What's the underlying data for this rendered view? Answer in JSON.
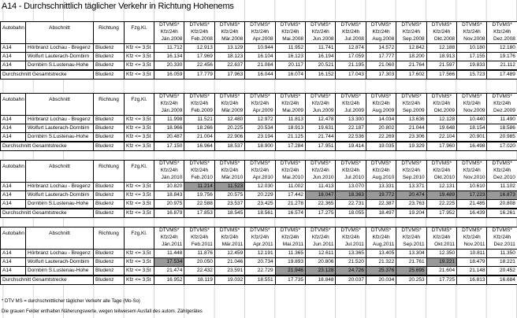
{
  "title": "A14  -  Durchschnittlich täglicher Verkehr in Richtung Hohenems",
  "headers": {
    "autobahn": "Autobahn",
    "abschnitt": "Abschnitt",
    "richtung": "Richtung",
    "fzg": "Fzg.Kl.",
    "dtv_line1": "DTVMS*",
    "dtv_line2": "Kfz/24h"
  },
  "row_labels": [
    {
      "autobahn": "A14",
      "abschnitt": "Hörbranz Lochau - Bregenz",
      "richtung": "Bludenz",
      "fzg": "Kfz <= 3,5t"
    },
    {
      "autobahn": "A14",
      "abschnitt": "Wolfurt Lauterach-Dornbirn",
      "richtung": "Bludenz",
      "fzg": "Kfz <= 3,5t"
    },
    {
      "autobahn": "A14",
      "abschnitt": "Dornbirn S.Lustenau-Hohe",
      "richtung": "Bludenz",
      "fzg": "Kfz <= 3,5t"
    }
  ],
  "average_label": {
    "abschnitt": "Durchschnitt Gesamtstrecke",
    "richtung": "Bludenz",
    "fzg": "Kfz <= 3,5t"
  },
  "gray_color": "#999999",
  "sections": [
    {
      "year": "2008",
      "months": [
        "Jän.2008",
        "Feb.2008",
        "Mär.2008",
        "Apr.2008",
        "Mai.2008",
        "Jun.2008",
        "Jul.2008",
        "Aug.2008",
        "Sep.2008",
        "Okt.2008",
        "Nov.2008",
        "Dez.2008"
      ],
      "rows": [
        [
          "11.712",
          "12.913",
          "13.129",
          "10.944",
          "11.952",
          "11.741",
          "12.874",
          "14.572",
          "12.842",
          "12.188",
          "10.180",
          "12.180"
        ],
        [
          "16.134",
          "17.969",
          "18.123",
          "16.104",
          "16.123",
          "16.194",
          "17.059",
          "17.777",
          "18.200",
          "18.913",
          "17.155",
          "19.176"
        ],
        [
          "20.330",
          "22.456",
          "22.637",
          "21.084",
          "20.117",
          "20.521",
          "21.195",
          "21.060",
          "21.764",
          "21.597",
          "19.833",
          "21.112"
        ]
      ],
      "gray": [
        [],
        [],
        []
      ],
      "average": [
        "16.059",
        "17.779",
        "17.963",
        "16.044",
        "16.074",
        "16.152",
        "17.043",
        "17.303",
        "17.602",
        "17.566",
        "15.723",
        "17.489"
      ]
    },
    {
      "year": "2009",
      "months": [
        "Jän.2009",
        "Feb.2009",
        "Mär.2009",
        "Apr.2009",
        "Mai.2009",
        "Jun.2009",
        "Jul.2009",
        "Aug.2009",
        "Sep.2009",
        "Okt.2009",
        "Nov.2009",
        "Dez.2009"
      ],
      "rows": [
        [
          "11.998",
          "11.521",
          "12.480",
          "12.972",
          "11.813",
          "12.478",
          "13.300",
          "14.034",
          "13.636",
          "12.128",
          "10.440",
          "11.490"
        ],
        [
          "18.966",
          "18.266",
          "20.225",
          "20.534",
          "18.913",
          "19.631",
          "22.187",
          "20.802",
          "21.044",
          "19.648",
          "18.154",
          "18.586"
        ],
        [
          "20.487",
          "21.004",
          "22.906",
          "23.194",
          "21.125",
          "21.744",
          "22.536",
          "22.269",
          "23.306",
          "22.104",
          "20.901",
          "20.985"
        ]
      ],
      "gray": [
        [],
        [],
        []
      ],
      "average": [
        "17.150",
        "16.964",
        "18.537",
        "18.900",
        "17.284",
        "17.951",
        "19.414",
        "19.035",
        "19.329",
        "17.960",
        "16.498",
        "17.020"
      ]
    },
    {
      "year": "2010",
      "months": [
        "Jän.2010",
        "Feb.2010",
        "Mär.2010",
        "Apr.2010",
        "Mai.2010",
        "Jun.2010",
        "Jul.2010",
        "Aug.2010",
        "Sep.2010",
        "Okt.2010",
        "Nov.2010",
        "Dez.2010"
      ],
      "rows": [
        [
          "10.820",
          "11.214",
          "11.523",
          "12.030",
          "11.002",
          "11.413",
          "13.070",
          "13.331",
          "13.371",
          "12.131",
          "10.610",
          "11.102"
        ],
        [
          "18.843",
          "19.756",
          "20.575",
          "20.229",
          "17.442",
          "18.047",
          "18.363",
          "19.772",
          "20.474",
          "19.489",
          "17.223",
          "16.873"
        ],
        [
          "20.975",
          "22.588",
          "23.537",
          "23.425",
          "21.278",
          "22.365",
          "22.731",
          "22.387",
          "23.763",
          "22.225",
          "21.485",
          "20.808"
        ]
      ],
      "gray": [
        [
          1,
          2
        ],
        [
          5,
          6,
          7,
          8,
          9,
          10,
          11
        ],
        []
      ],
      "average": [
        "16.879",
        "17.853",
        "18.545",
        "18.561",
        "16.574",
        "17.275",
        "18.055",
        "18.497",
        "19.204",
        "17.952",
        "16.439",
        "16.261"
      ]
    },
    {
      "year": "2011",
      "months": [
        "Jän.2011",
        "Feb.2011",
        "Mär.2011",
        "Apr.2011",
        "Mai.2011",
        "Jun.2011",
        "Jul.2011",
        "Aug.2011",
        "Sep.2011",
        "Okt.2011",
        "Nov.2011",
        "Dez.2011"
      ],
      "rows": [
        [
          "11.448",
          "11.876",
          "12.459",
          "12.191",
          "11.365",
          "12.611",
          "13.365",
          "13.405",
          "13.304",
          "12.350",
          "10.811",
          "11.350"
        ],
        [
          "17.534",
          "20.050",
          "21.046",
          "20.734",
          "19.893",
          "20.806",
          "21.520",
          "21.322",
          "21.761",
          "19.221",
          "18.479",
          "18.221"
        ],
        [
          "21.474",
          "22.432",
          "23.591",
          "22.729",
          "21.946",
          "23.128",
          "24.726",
          "25.376",
          "25.695",
          "21.604",
          "21.148",
          "20.452"
        ]
      ],
      "gray": [
        [],
        [
          0,
          9
        ],
        [
          4,
          5,
          6,
          7,
          8
        ]
      ],
      "average": [
        "16.952",
        "18.119",
        "19.032",
        "18.551",
        "17.735",
        "18.848",
        "20.037",
        "20.034",
        "20.253",
        "17.725",
        "16.813",
        "16.684"
      ]
    }
  ],
  "footnotes": [
    "* DTV MS = durchschnittlicher täglicher Verkehr alle Tage (Mo-So)",
    "Die grauen Felder enthalten Näherungswerte, wegen teilweisem Ausfall des autom. Zählgerätes"
  ]
}
